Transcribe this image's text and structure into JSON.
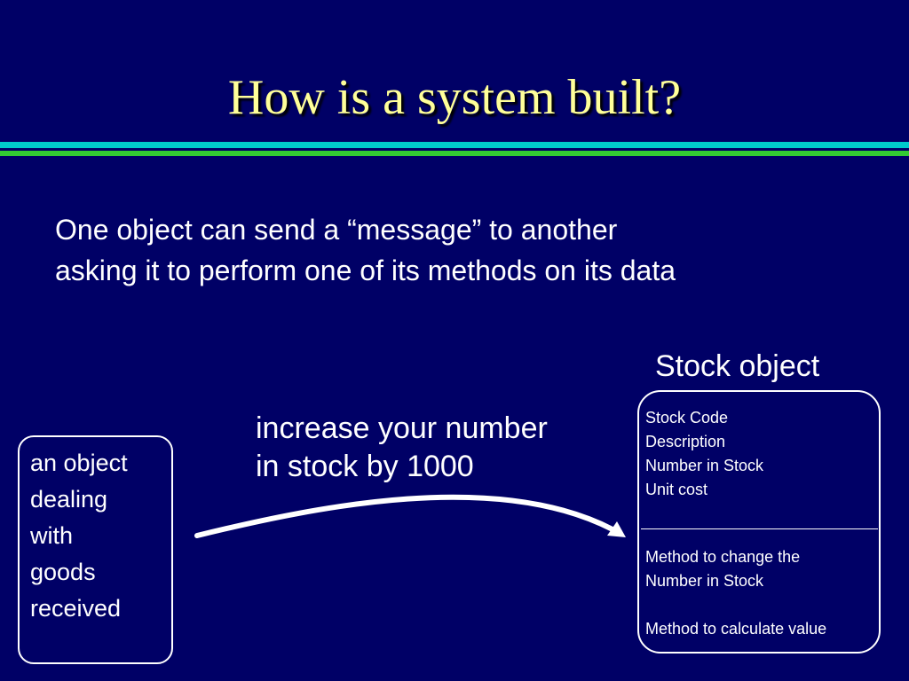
{
  "slide": {
    "title": "How is a system built?",
    "intro_lines": [
      "One object can send a “message” to another",
      "asking it to perform one of its methods on its data"
    ]
  },
  "sender_object": {
    "lines": [
      "an object",
      "dealing",
      "with",
      "goods",
      "received"
    ]
  },
  "message": {
    "lines": [
      "increase your number",
      "in stock by 1000"
    ]
  },
  "stock_object": {
    "caption": "Stock object",
    "attributes": [
      "Stock Code",
      "Description",
      "Number in Stock",
      "Unit cost"
    ],
    "methods": [
      [
        "Method to change the",
        "Number in Stock"
      ],
      [
        "Method to calculate value"
      ]
    ]
  },
  "colors": {
    "background": "#000066",
    "title": "#ffff99",
    "rule_top": "#00cccc",
    "rule_bottom": "#33cc33",
    "text": "#ffffff"
  }
}
